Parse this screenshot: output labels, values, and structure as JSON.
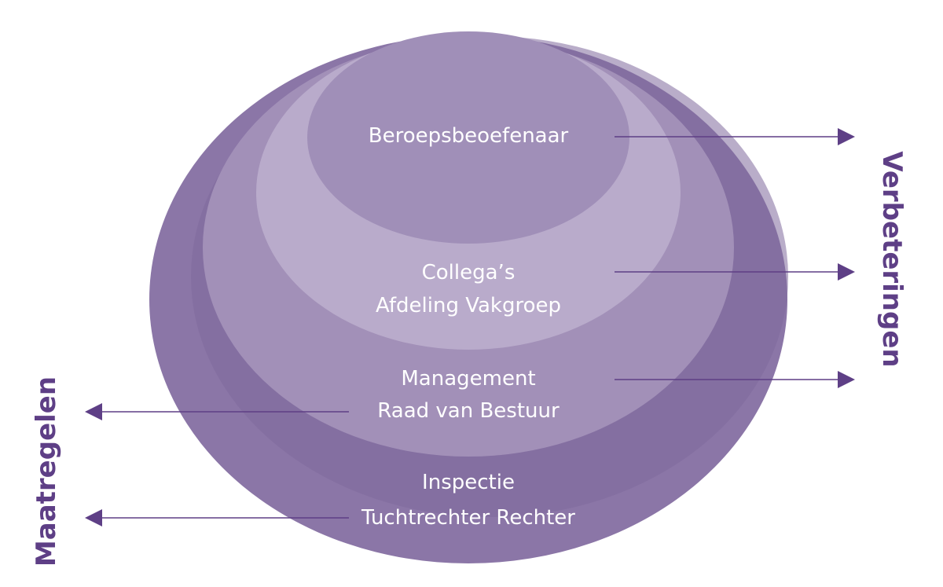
{
  "colors": {
    "ring_outer": "#8b76a7",
    "ring_outer_shadow": "#7f6a9d",
    "ring_second": "#a290b8",
    "ring_third": "#b9abcb",
    "ring_inner": "#a08fb8",
    "arrow": "#5e3f86",
    "side_text": "#5e3f86",
    "ring_text": "#ffffff"
  },
  "rings": {
    "inner": {
      "line1": "Beroepsbeoefenaar"
    },
    "third": {
      "line1": "Collega’s",
      "line2": "Afdeling Vakgroep"
    },
    "second": {
      "line1": "Management",
      "line2": "Raad van Bestuur"
    },
    "outer": {
      "line1": "Inspectie",
      "line2": "Tuchtrechter Rechter"
    }
  },
  "side_labels": {
    "right": "Verbeteringen",
    "left": "Maatregelen"
  },
  "arrows": [
    {
      "from": "inner",
      "direction": "right",
      "icon": "arrow-right-icon"
    },
    {
      "from": "third",
      "direction": "right",
      "icon": "arrow-right-icon"
    },
    {
      "from": "second",
      "direction": "right",
      "icon": "arrow-right-icon"
    },
    {
      "from": "second",
      "direction": "left",
      "icon": "arrow-left-icon"
    },
    {
      "from": "outer",
      "direction": "left",
      "icon": "arrow-left-icon"
    }
  ]
}
